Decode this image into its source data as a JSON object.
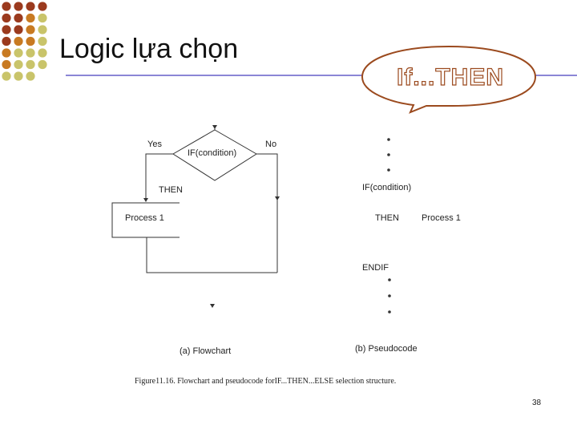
{
  "slide": {
    "title": "Logic lựa chọn",
    "page_number": "38"
  },
  "callout": {
    "text": "If...THEN",
    "fill_color": "#ffffff",
    "border_color": "#9b4a1e"
  },
  "decoration": {
    "dot_colors": [
      "#9b3a1e",
      "#c87a22",
      "#c9c46a"
    ],
    "rule_color": "#8b86d6"
  },
  "flowchart": {
    "yes_label": "Yes",
    "no_label": "No",
    "decision_label": "IF(condition)",
    "then_label": "THEN",
    "process_label": "Process 1",
    "caption": "(a) Flowchart"
  },
  "pseudocode": {
    "if_line": "IF(condition)",
    "then_keyword": "THEN",
    "then_action": "Process 1",
    "endif_line": "ENDIF",
    "caption": "(b) Pseudocode"
  },
  "figure_caption": "Figure11.16. Flowchart and pseudocode forIF...THEN...ELSE selection structure."
}
